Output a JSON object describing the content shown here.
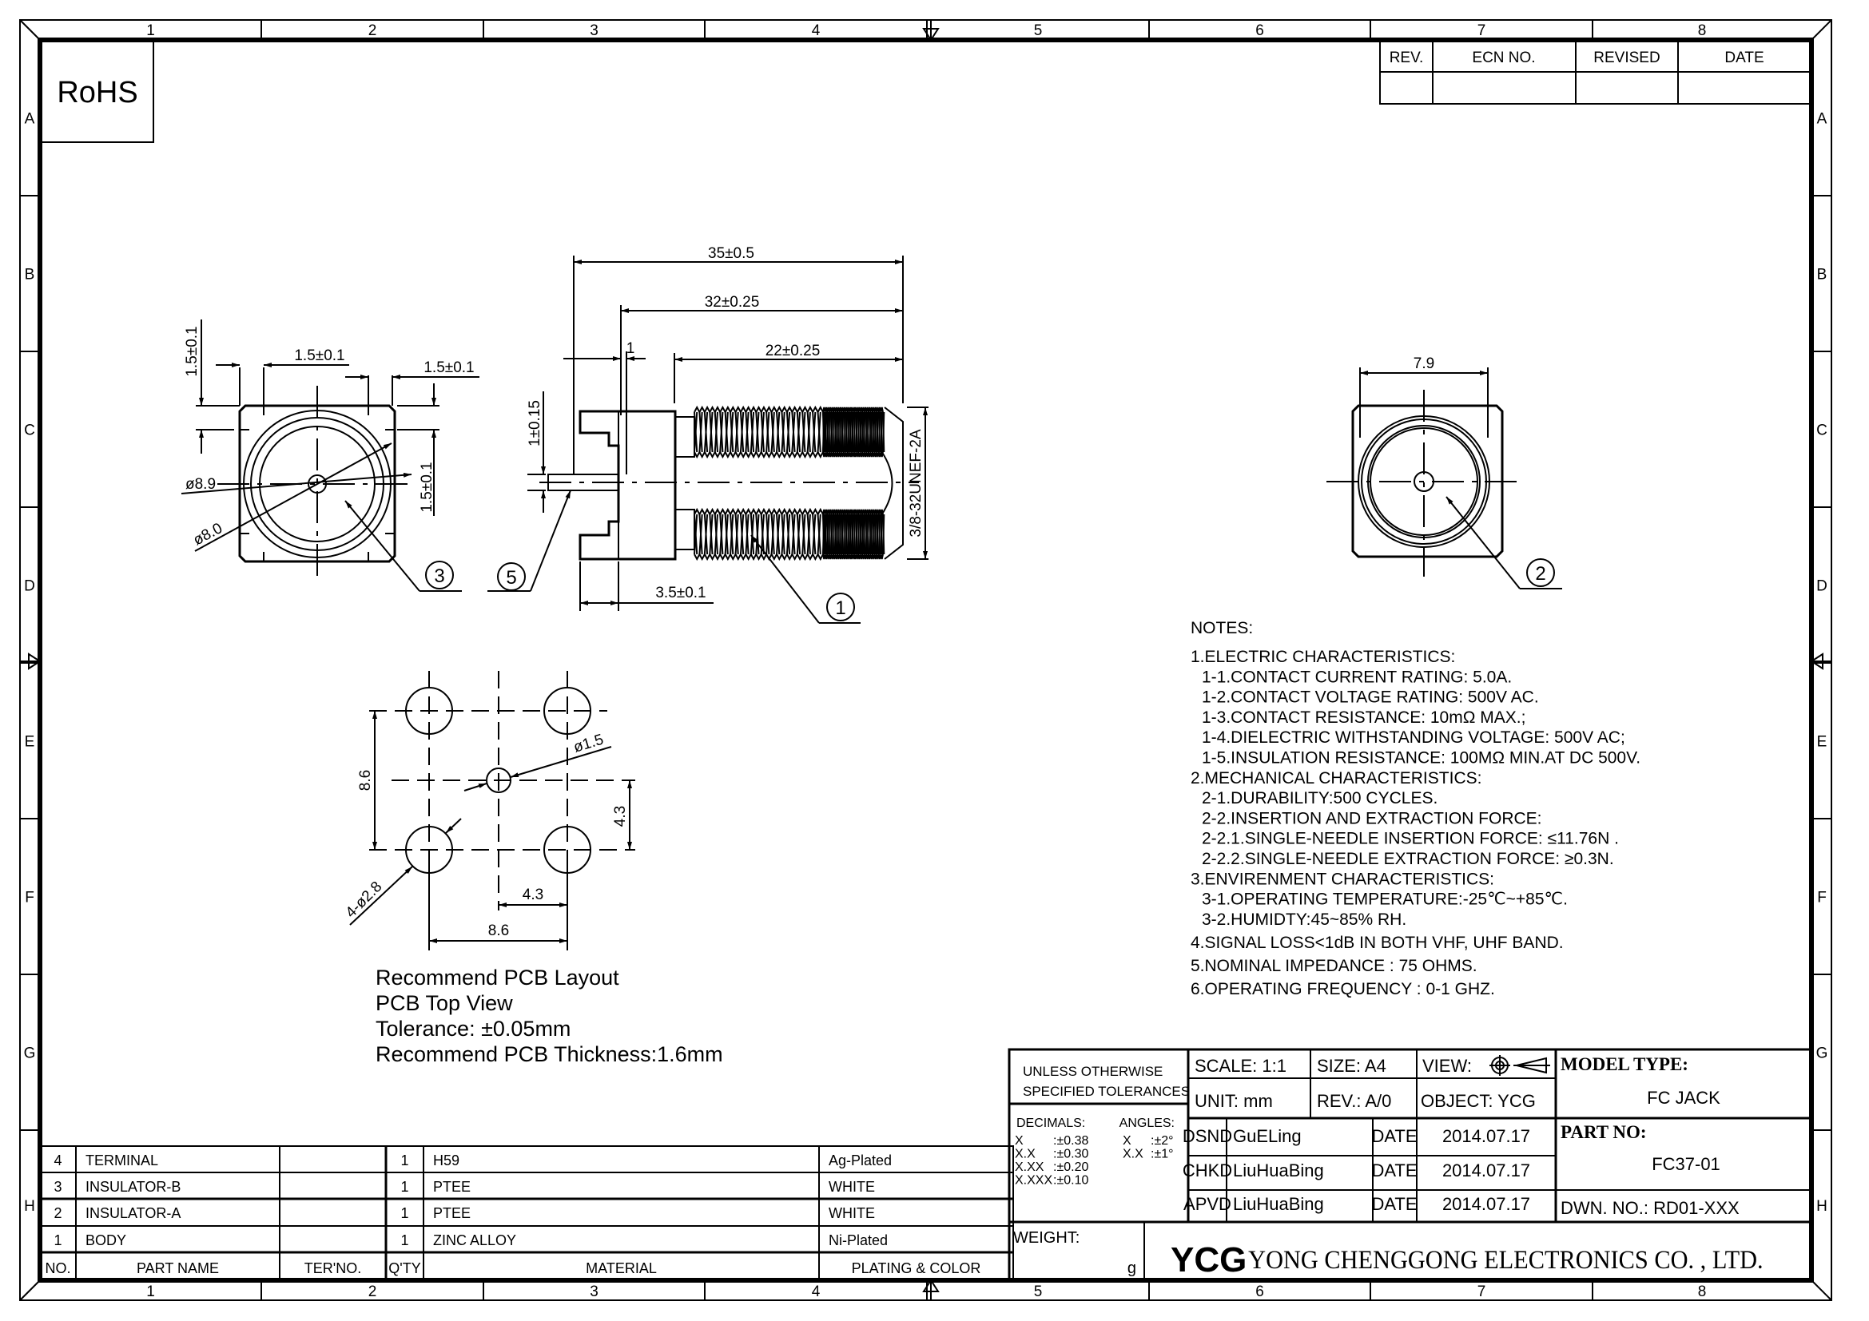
{
  "sheet": {
    "column_markers": [
      "1",
      "2",
      "3",
      "4",
      "5",
      "6",
      "7",
      "8"
    ],
    "row_markers": [
      "A",
      "B",
      "C",
      "D",
      "E",
      "F",
      "G",
      "H"
    ],
    "rohs_label": "RoHS"
  },
  "revision_table": {
    "headers": [
      "REV.",
      "ECN NO.",
      "REVISED",
      "DATE"
    ],
    "rows": [
      [
        "",
        "",
        "",
        ""
      ]
    ]
  },
  "front_view": {
    "dims": {
      "top_left_width": "1.5±0.1",
      "top_right_width": "1.5±0.1",
      "left_height": "1.5±0.1",
      "right_height": "1.5±0.1",
      "outer_diameter": "ø8.9",
      "inner_diameter": "ø8.0"
    },
    "callout": "3"
  },
  "side_view": {
    "dims": {
      "overall_length": "35±0.5",
      "body_length": "32±0.25",
      "thread_length": "22±0.25",
      "flange_width": "1",
      "pin_diameter": "1±0.15",
      "base_length": "3.5±0.1",
      "thread_spec": "3/8-32UNEF-2A"
    },
    "callouts": [
      "1",
      "5"
    ]
  },
  "rear_view": {
    "dims": {
      "width": "7.9"
    },
    "callout": "2"
  },
  "pcb_layout": {
    "dims": {
      "vertical_pitch": "8.6",
      "vertical_half": "4.3",
      "horizontal_half": "4.3",
      "horizontal_pitch": "8.6",
      "center_hole": "ø1.5",
      "corner_holes": "4-ø2.8"
    },
    "notes": [
      "Recommend PCB Layout",
      "PCB Top View",
      "Tolerance: ±0.05mm",
      "Recommend PCB Thickness:1.6mm"
    ]
  },
  "notes": {
    "title": "NOTES:",
    "lines": [
      {
        "text": "1.ELECTRIC CHARACTERISTICS:",
        "indent": 0
      },
      {
        "text": "1-1.CONTACT CURRENT RATING: 5.0A.",
        "indent": 1
      },
      {
        "text": "1-2.CONTACT VOLTAGE RATING: 500V AC.",
        "indent": 1
      },
      {
        "text": "1-3.CONTACT RESISTANCE: 10mΩ MAX.;",
        "indent": 1
      },
      {
        "text": "1-4.DIELECTRIC WITHSTANDING VOLTAGE: 500V AC;",
        "indent": 1
      },
      {
        "text": "1-5.INSULATION RESISTANCE: 100MΩ MIN.AT DC 500V.",
        "indent": 1
      },
      {
        "text": "2.MECHANICAL CHARACTERISTICS:",
        "indent": 0
      },
      {
        "text": "2-1.DURABILITY:500 CYCLES.",
        "indent": 1
      },
      {
        "text": "2-2.INSERTION AND EXTRACTION FORCE:",
        "indent": 1
      },
      {
        "text": "2-2.1.SINGLE-NEEDLE INSERTION FORCE: ≤11.76N .",
        "indent": 1
      },
      {
        "text": "2-2.2.SINGLE-NEEDLE EXTRACTION FORCE: ≥0.3N.",
        "indent": 1
      },
      {
        "text": "3.ENVIRENMENT CHARACTERISTICS:",
        "indent": 0
      },
      {
        "text": "3-1.OPERATING TEMPERATURE:-25℃~+85℃.",
        "indent": 1
      },
      {
        "text": "3-2.HUMIDTY:45~85% RH.",
        "indent": 1
      },
      {
        "text": "4.SIGNAL LOSS<1dB IN BOTH VHF, UHF BAND.",
        "indent": 0
      },
      {
        "text": "5.NOMINAL IMPEDANCE : 75 OHMS.",
        "indent": 0
      },
      {
        "text": "6.OPERATING FREQUENCY : 0-1 GHZ.",
        "indent": 0
      }
    ]
  },
  "bom": {
    "headers": [
      "NO.",
      "PART NAME",
      "TER'NO.",
      "Q'TY",
      "MATERIAL",
      "PLATING & COLOR"
    ],
    "rows": [
      [
        "4",
        "TERMINAL",
        "",
        "1",
        "H59",
        "Ag-Plated"
      ],
      [
        "3",
        "INSULATOR-B",
        "",
        "1",
        "PTEE",
        "WHITE"
      ],
      [
        "2",
        "INSULATOR-A",
        "",
        "1",
        "PTEE",
        "WHITE"
      ],
      [
        "1",
        "BODY",
        "",
        "1",
        "ZINC ALLOY",
        "Ni-Plated"
      ]
    ]
  },
  "title_block": {
    "tolerances_header": [
      "UNLESS OTHERWISE",
      "SPECIFIED TOLERANCES"
    ],
    "decimals_label": "DECIMALS:",
    "angles_label": "ANGLES:",
    "decimals": [
      [
        "X",
        ":±0.38"
      ],
      [
        "X.X",
        ":±0.30"
      ],
      [
        "X.XX",
        ":±0.20"
      ],
      [
        "X.XXX",
        ":±0.10"
      ]
    ],
    "angles": [
      [
        "X",
        ":±2°"
      ],
      [
        "X.X",
        ":±1°"
      ]
    ],
    "weight_label": "WEIGHT:",
    "weight_unit": "g",
    "scale": "SCALE: 1:1",
    "size": "SIZE: A4",
    "view": "VIEW:",
    "unit": "UNIT: mm",
    "rev": "REV.: A/0",
    "object": "OBJECT: YCG",
    "signoffs": [
      {
        "role": "DSND",
        "name": "GuELing",
        "date_label": "DATE",
        "date": "2014.07.17"
      },
      {
        "role": "CHKD",
        "name": "LiuHuaBing",
        "date_label": "DATE",
        "date": "2014.07.17"
      },
      {
        "role": "APVD",
        "name": "LiuHuaBing",
        "date_label": "DATE",
        "date": "2014.07.17"
      }
    ],
    "model_type_label": "MODEL TYPE:",
    "model_type": "FC JACK",
    "part_no_label": "PART NO:",
    "part_no": "FC37-01",
    "dwn_no": "DWN. NO.: RD01-XXX",
    "company_logo": "YCG",
    "company_name": "YONG CHENGGONG ELECTRONICS CO. , LTD."
  }
}
